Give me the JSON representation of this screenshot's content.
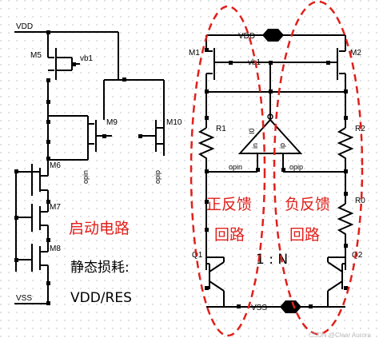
{
  "labels": {
    "vdd_left": "VDD",
    "vdd_right": "VDD",
    "vss_left": "VSS",
    "vss_right": "VSS",
    "m5": "M5",
    "m6": "M6",
    "m7": "M7",
    "m8": "M8",
    "m9": "M9",
    "m10": "M10",
    "m1": "M1",
    "m2": "M2",
    "r1": "R1",
    "r2": "R2",
    "r0": "R0",
    "q1": "Q1",
    "q2": "Q2",
    "vb1_left": "vb1",
    "vb1_right": "vb1",
    "opin_left": "opin",
    "opip_left": "opip",
    "opin_right": "opin",
    "opip_right": "opip",
    "opamp_i0": "I0",
    "opamp_in": "in",
    "opamp_ip": "ip",
    "ratio": "1  :  N",
    "watermark": "CSDN @Clear Aurora"
  },
  "annotations": {
    "startup_circuit": "启动电路",
    "static_power": "静态损耗:",
    "static_power_formula": "VDD/RES",
    "positive_feedback_1": "正反馈",
    "positive_feedback_2": "回路",
    "negative_feedback_1": "负反馈",
    "negative_feedback_2": "回路"
  },
  "colors": {
    "annotation_red": "#e0201b",
    "wire": "#000000",
    "background": "#ffffff"
  }
}
